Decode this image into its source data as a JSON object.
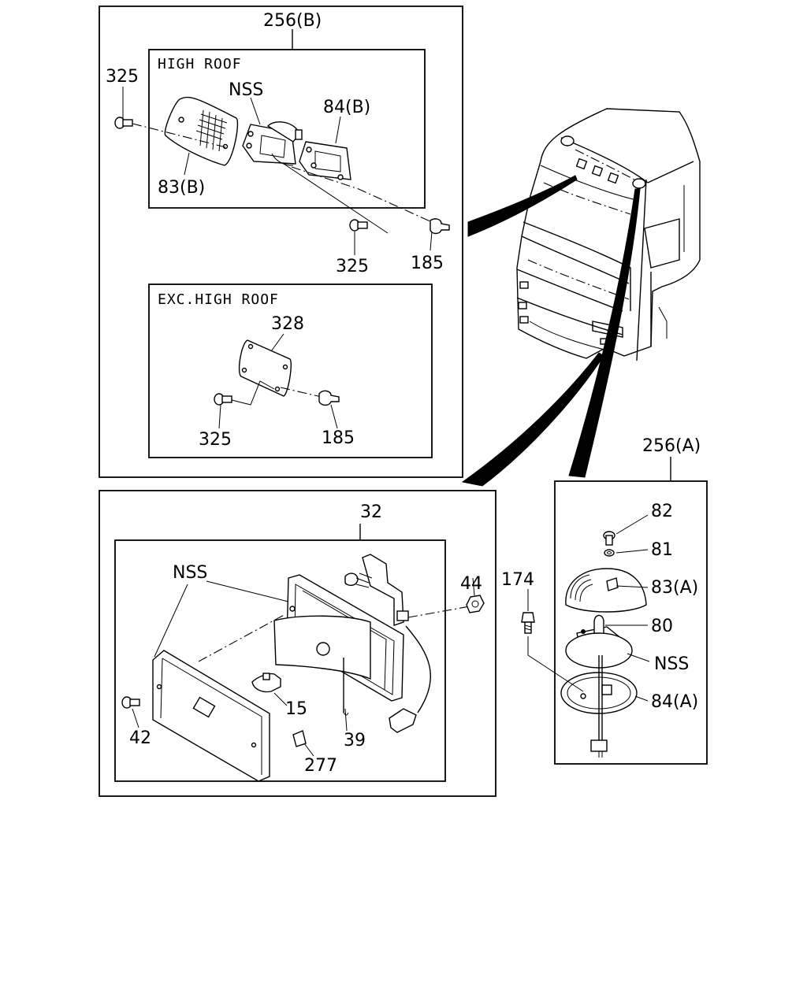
{
  "sections": {
    "high_roof": "HIGH ROOF",
    "exc_high_roof": "EXC.HIGH ROOF"
  },
  "labels": {
    "l256b": "256(B)",
    "l325a": "325",
    "nss_top": "NSS",
    "l84b": "84(B)",
    "l83b": "83(B)",
    "l325b": "325",
    "l185a": "185",
    "l328": "328",
    "l325c": "325",
    "l185b": "185",
    "l32": "32",
    "nss_mid": "NSS",
    "l44": "44",
    "l15": "15",
    "l42": "42",
    "l39": "39",
    "l277": "277",
    "l256a": "256(A)",
    "l82": "82",
    "l81": "81",
    "l83a": "83(A)",
    "l174": "174",
    "l80": "80",
    "nss_right": "NSS",
    "l84a": "84(A)"
  }
}
